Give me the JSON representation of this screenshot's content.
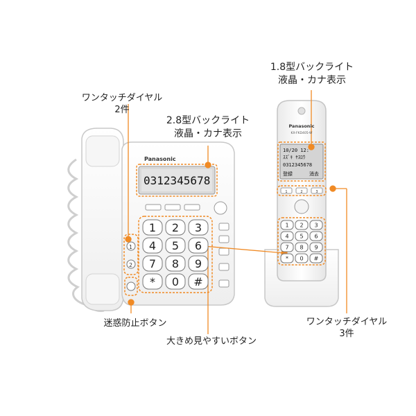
{
  "callouts": {
    "one_touch_base_line1": "ワンタッチダイヤル",
    "one_touch_base_line2": "2件",
    "base_display_line1": "2.8型バックライト",
    "base_display_line2": "液晶・カナ表示",
    "handset_display_line1": "1.8型バックライト",
    "handset_display_line2": "液晶・カナ表示",
    "nuisance_block": "迷惑防止ボタン",
    "big_buttons": "大きめ見やすいボタン",
    "one_touch_handset_line1": "ワンタッチダイヤル",
    "one_touch_handset_line2": "3件"
  },
  "base": {
    "brand": "Panasonic",
    "lcd_number": "0312345678",
    "keys": [
      "1",
      "2",
      "3",
      "4",
      "5",
      "6",
      "7",
      "8",
      "9",
      "*",
      "0",
      "#"
    ],
    "one_touch": [
      "1",
      "2"
    ]
  },
  "handset": {
    "brand": "Panasonic",
    "model": "KX-FKD405-W",
    "lcd_line1": "10/20 12:",
    "lcd_line2": "ｽｽﾞｷ ﾔｽﾛｳ",
    "lcd_line3": "0312345678",
    "lcd_soft_left": "登録",
    "lcd_soft_right": "消去",
    "one_touch": [
      "1",
      "2",
      "3"
    ],
    "keys": [
      "1",
      "2",
      "3",
      "4",
      "5",
      "6",
      "7",
      "8",
      "9",
      "*",
      "0",
      "#"
    ]
  },
  "colors": {
    "accent": "#f08a24",
    "device": "#ffffff",
    "lcd": "#d9d9d9",
    "line": "#f08a24"
  }
}
